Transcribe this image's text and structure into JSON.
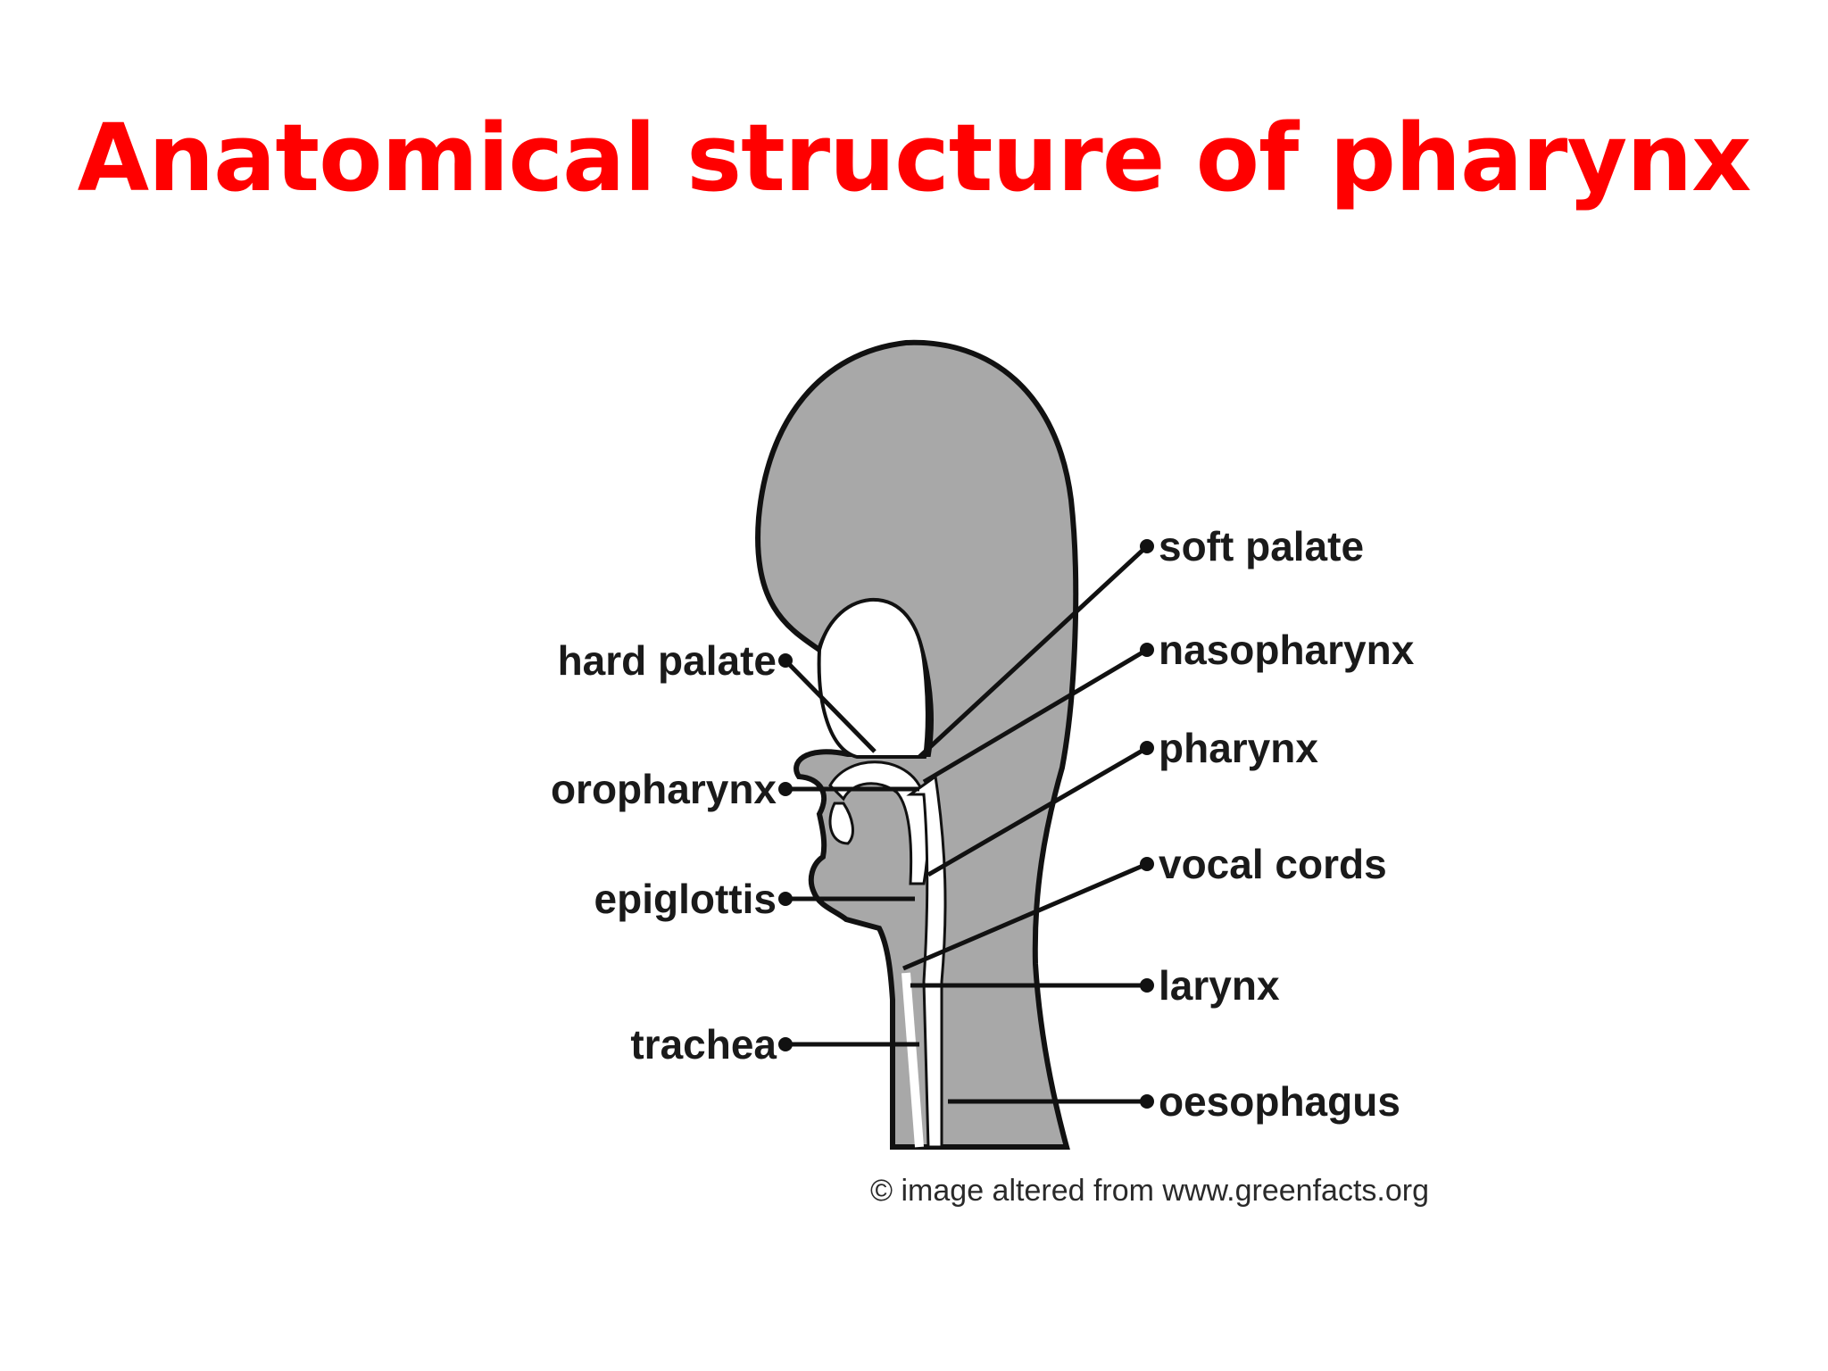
{
  "title": "Anatomical structure of pharynx",
  "colors": {
    "title": "#ff0000",
    "head_fill": "#a8a8a8",
    "outline": "#111111",
    "airway": "#ffffff"
  },
  "labels": {
    "left": {
      "hard_palate": "hard palate",
      "oropharynx": "oropharynx",
      "epiglottis": "epiglottis",
      "trachea": "trachea"
    },
    "right": {
      "soft_palate": "soft palate",
      "nasopharynx": "nasopharynx",
      "pharynx": "pharynx",
      "vocal_cords": "vocal cords",
      "larynx": "larynx",
      "oesophagus": "oesophagus"
    }
  },
  "credit": "© image altered from www.greenfacts.org"
}
